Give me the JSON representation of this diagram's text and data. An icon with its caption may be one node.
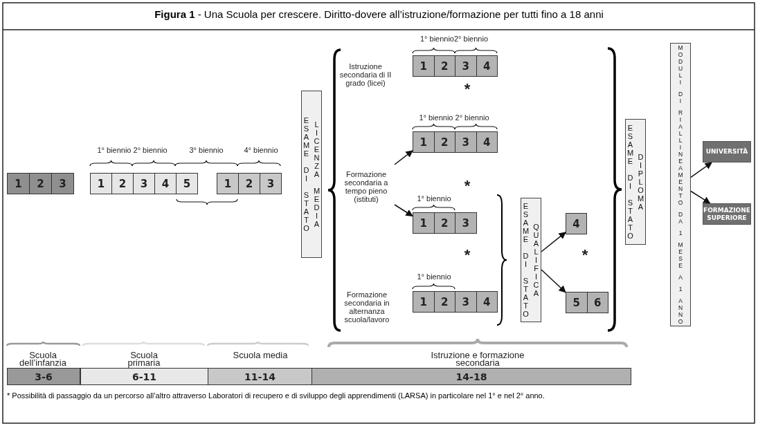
{
  "diagram": {
    "title": "**Figura 1** - Una Scuola per crescere. Diritto-dovere all’istruzione/formazione per tutti fino a 18 anni",
    "caption": "* Possibilità di passaggio da un percorso all’altro attraverso Laboratori di recupero e di sviluppo degli apprendimenti (LARSA) in particolare nel 1° e nel 2° anno.",
    "nodes": [
      {
        "text": [
          "1"
        ]
      },
      {
        "text": [
          "2"
        ]
      },
      {
        "text": [
          "3"
        ]
      },
      {
        "text": [
          "1"
        ]
      },
      {
        "text": [
          "2"
        ]
      },
      {
        "text": [
          "3"
        ]
      },
      {
        "text": [
          "4"
        ]
      },
      {
        "text": [
          "5"
        ]
      },
      {
        "text": [
          "1"
        ]
      },
      {
        "text": [
          "2"
        ]
      },
      {
        "text": [
          "3"
        ]
      },
      {
        "text": [
          "ESAME DI STATO",
          "LICENZA MEDIA"
        ]
      },
      {
        "text": [
          "1"
        ]
      },
      {
        "text": [
          "2"
        ]
      },
      {
        "text": [
          "3"
        ]
      },
      {
        "text": [
          "4"
        ]
      },
      {
        "text": [
          "1"
        ]
      },
      {
        "text": [
          "2"
        ]
      },
      {
        "text": [
          "3"
        ]
      },
      {
        "text": [
          "4"
        ]
      },
      {
        "text": [
          "Formazione secondaria a tempo pieno (istituti)"
        ]
      },
      {
        "text": [
          "1"
        ]
      },
      {
        "text": [
          "2"
        ]
      },
      {
        "text": [
          "3"
        ]
      },
      {
        "text": [
          "1"
        ]
      },
      {
        "text": [
          "2"
        ]
      },
      {
        "text": [
          "3"
        ]
      },
      {
        "text": [
          "4"
        ]
      },
      {
        "text": [
          "ESAME DI STATO",
          "QUALIFICA"
        ]
      },
      {
        "text": [
          "4"
        ]
      },
      {
        "text": [
          "5"
        ]
      },
      {
        "text": [
          "6"
        ]
      },
      {
        "text": [
          "ESAME DI STATO",
          "DIPLOMA"
        ]
      },
      {
        "text": [
          "MODULI DI RIALLINEAMENTO DA 1 MESE A 1 ANNO"
        ]
      },
      {
        "text": [
          "UNIVERSITÀ"
        ]
      },
      {
        "text": [
          "FORMAZIONE SUPERIORE"
        ]
      },
      {
        "text": [
          "3-6"
        ]
      },
      {
        "text": [
          "6-11"
        ]
      },
      {
        "text": [
          "11-14"
        ]
      },
      {
        "text": [
          "14-18"
        ]
      }
    ],
    "edges": [
      {
        "from": 20,
        "to": 16,
        "arrow": "to"
      },
      {
        "from": 20,
        "to": 21,
        "arrow": "to"
      },
      {
        "from": 28,
        "to": 29,
        "arrow": "to"
      },
      {
        "from": 28,
        "to": 30,
        "arrow": "to"
      },
      {
        "from": 33,
        "to": 34,
        "arrow": "to"
      },
      {
        "from": 33,
        "to": 35,
        "arrow": "to"
      }
    ],
    "labels": [
      "1° biennio2° biennio",
      "Istruzione secondaria di II grado (licei)",
      "*",
      "1° biennio 2° biennio",
      "1° biennio 2° biennio",
      "3° biennio",
      "4° biennio",
      "*",
      "1° biennio",
      "*",
      "*",
      "1° biennio",
      "Formazione secondaria in alternanza scuola/lavoro",
      "Scuola dell’infanzia",
      "Scuola primaria",
      "Scuola media",
      "Istruzione e formazione secondaria"
    ]
  }
}
